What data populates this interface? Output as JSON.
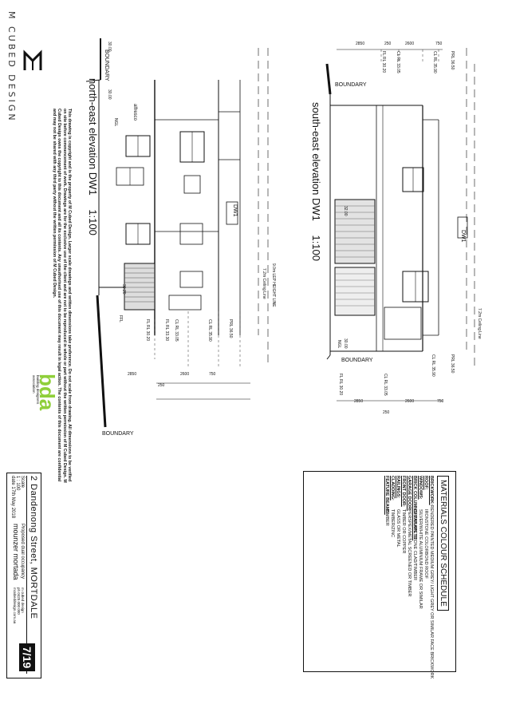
{
  "brand": {
    "name": "M CUBED DESIGN",
    "logo_icon": "m-cubed-logo-icon",
    "copyright_text": "This drawing is copyright and is the property of M Cubed Design. Larger scale drawings and written dimensions take preference. Do not scale from drawing. All dimensions to be verified on site before commencement of work. Drawings are for the exclusive use of the client and are not to be reproduced in whole or part without the written permission of M Cubed Design. M Cubed Design owns the copyright to this document and all its contents. Any unauthorised use of this document may result in legal action. The contents of this document are confidential and may not be shared with any third party without the written permission of M Cubed Design.",
    "member_badge": "bda",
    "member_text": "building designers association"
  },
  "elevations": {
    "north_east": {
      "title": "north-east elevation DW1",
      "scale": "1:100",
      "boundary_top": "BOUNDARY",
      "boundary_bottom": "BOUNDARY",
      "tag": "DW1",
      "height_line": "9.0m LEP HEIGHT LINE",
      "ceiling_line": "7.2m Ceiling Line",
      "levels": [
        "FL RL 30.20",
        "FL RL 33.30",
        "CL RL 33.05",
        "CL RL 35.90",
        "PRL 36.50"
      ],
      "dims": [
        "2850",
        "2600",
        "750",
        "250"
      ],
      "room_label": "alfresco",
      "ngl": "NGL",
      "ffl": "FFL",
      "rl_markers": [
        "30.00",
        "30.00",
        "30.20"
      ]
    },
    "south_east": {
      "title": "south-east elevation DW1",
      "scale": "1:100",
      "boundary_top": "BOUNDARY",
      "boundary_bottom": "BOUNDARY",
      "tag": "DW1",
      "ceiling_line": "7.2m Ceiling Line",
      "levels_top": [
        "FL RL 30.20",
        "CL RL 33.05",
        "CL RL 35.90",
        "PRL 36.50"
      ],
      "levels_bottom": [
        "FL RL 30.20",
        "CL RL 33.05",
        "CL RL 35.90",
        "PRL 36.50"
      ],
      "dims_top": [
        "2850",
        "250",
        "2600",
        "750"
      ],
      "dims_bottom": [
        "2850",
        "2600",
        "750",
        "250"
      ],
      "ngl": "NGL",
      "rl_markers": [
        "32.00",
        "30.00"
      ]
    }
  },
  "schedule": {
    "title": "MATERIALS COLOUR SCHEDULE",
    "rows": [
      {
        "label": "BRICKWORK:",
        "value": "RENDERED PAINTED MEDIUM GREY/ LIGHT GREY OR SIMILAR FACE BRICKWORK"
      },
      {
        "label": "ROOF:",
        "value": "IRONSTONE COLORBOND ROOF"
      },
      {
        "label": "WINDOWS:",
        "value": "SILVER/WHITE ALUMINIUM FRAME OR SIMILAR"
      },
      {
        "label": "BRICK COLUMNS/ PARAPETS:",
        "value": "GREY/LIME STONE CLAD/TIMBER"
      },
      {
        "label": "GARAGE DOOR:",
        "value": "PERSPEX/METAL SCREENED OR TIMBER"
      },
      {
        "label": "FRONT DOOR:",
        "value": "TIMBER OR COPPER"
      },
      {
        "label": "RAILINGS:",
        "value": "GLASS OR METAL"
      },
      {
        "label": "CLADDING:",
        "value": "TIMBER/ZINC"
      },
      {
        "label": "FEATURE BEAMS:",
        "value": "TIMBER"
      }
    ]
  },
  "title_block": {
    "address": "2 Dandenong Street, MORTDALE",
    "project": "Proposed dual occupancy",
    "client": "mounzer mortada",
    "scale_label": "Scale",
    "scale_value": "1 : 100",
    "date_label": "date",
    "date_value": "17th May 2018",
    "sheet": "7/19",
    "company_lines": [
      "m cubed design",
      "ph 0425 000 000",
      "mcubeddesign.com.au"
    ]
  }
}
